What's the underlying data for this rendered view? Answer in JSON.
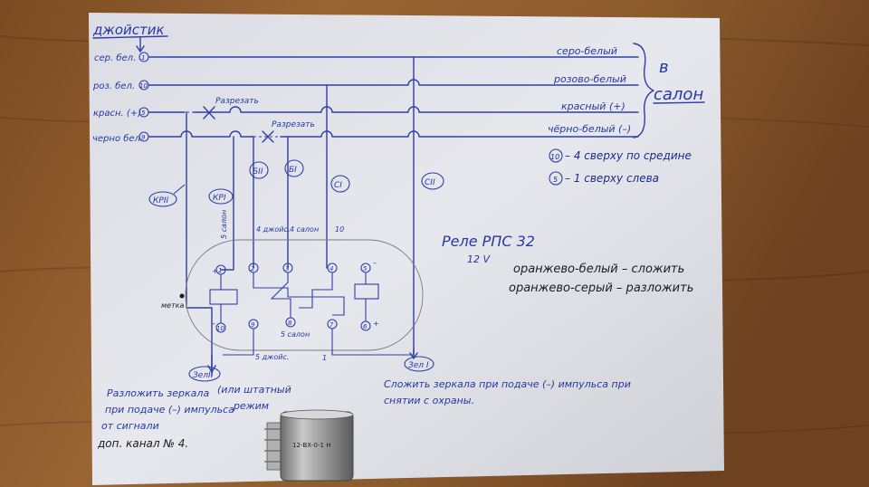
{
  "header": {
    "joystick_label": "джойстик"
  },
  "left_wires": [
    {
      "id": "w1",
      "label": "сер. бел.",
      "pin": "1"
    },
    {
      "id": "w2",
      "label": "роз. бел.",
      "pin": "10"
    },
    {
      "id": "w3",
      "label": "красн. (+)",
      "pin": "5"
    },
    {
      "id": "w4",
      "label": "черно бел.",
      "pin": "9"
    }
  ],
  "right_wires": [
    {
      "id": "w1",
      "label": "серо-белый"
    },
    {
      "id": "w2",
      "label": "розово-белый"
    },
    {
      "id": "w3",
      "label": "красный (+)"
    },
    {
      "id": "w4",
      "label": "чёрно-белый (–)"
    }
  ],
  "salon_label_top": "в",
  "salon_label_bottom": "салон",
  "cut_labels": [
    "Разрезать",
    "Разрезать"
  ],
  "connectors": {
    "kr2": "КРII",
    "kr1": "КРI",
    "b2": "БII",
    "b1": "БI",
    "c1": "СI",
    "c2": "СII"
  },
  "wire_notes": {
    "salon5": "5 салон",
    "dzhoy4": "4 джойс.",
    "salon4": "4 салон",
    "n10": "10",
    "salon5b": "5 салон",
    "dzhoy5": "5 джойс.",
    "n1": "1"
  },
  "pin_notes": [
    {
      "pin": "10",
      "text": "– 4 сверху по средине"
    },
    {
      "pin": "5",
      "text": "– 1 сверху слева"
    }
  ],
  "relay": {
    "title": "Реле  РПС 32",
    "voltage": "12 V",
    "marker": "метка",
    "pins_top": [
      "1",
      "2",
      "3",
      "4",
      "5"
    ],
    "pins_bottom": [
      "10",
      "9",
      "8",
      "7",
      "6"
    ]
  },
  "legend": {
    "orange_white": "оранжево-белый – сложить",
    "orange_gray": "оранжево-серый – разложить"
  },
  "outputs": {
    "left": {
      "connector": "ЗелII",
      "note": [
        "Разложить зеркала",
        "при подаче (–) импульса",
        "от сигнали",
        "доп. канал № 4."
      ],
      "aside": [
        "(или штатный",
        "режим"
      ]
    },
    "right": {
      "connector": "Зел I",
      "note": [
        "Сложить зеркала при подаче (–) импульса при",
        "снятии с охраны."
      ]
    }
  },
  "relay_photo": {
    "marking": "12-ВХ-0-1 Н"
  }
}
